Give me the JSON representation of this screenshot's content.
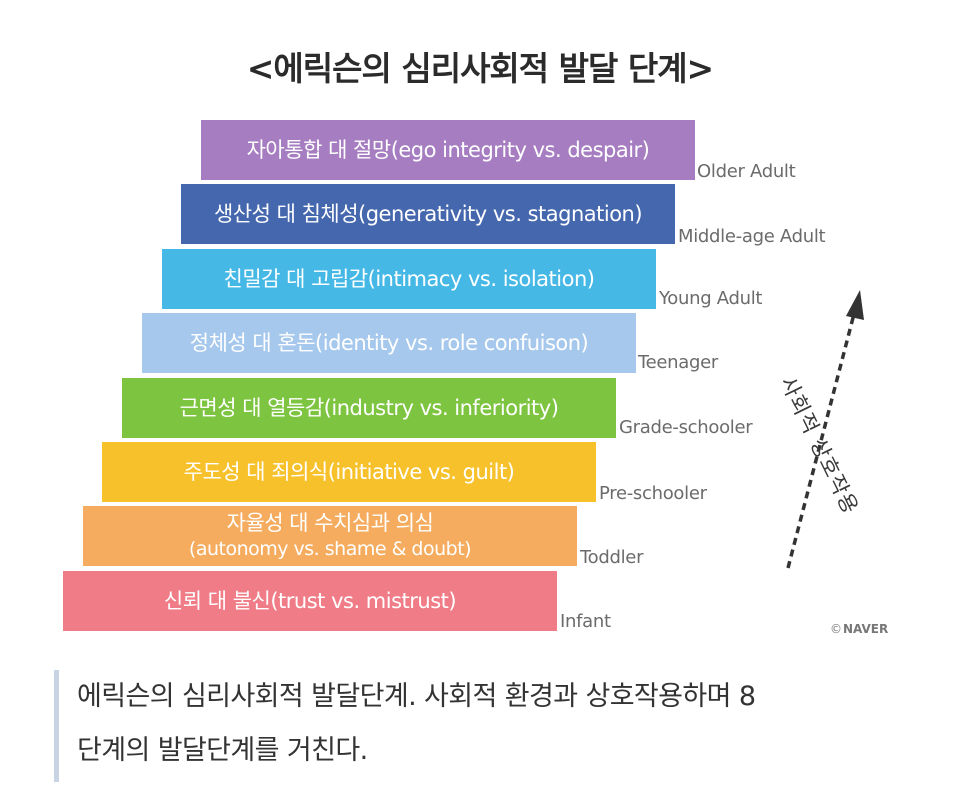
{
  "title": "<에릭슨의 심리사회적 발달 단계>",
  "steps": [
    {
      "line1": "자아통합 대 절망(ego integrity vs. despair)",
      "line2": "",
      "stage": "Older Adult",
      "color": "#A57DC0"
    },
    {
      "line1": "생산성 대 침체성(generativity vs. stagnation)",
      "line2": "",
      "stage": "Middle-age Adult",
      "color": "#4467AE"
    },
    {
      "line1": "친밀감 대 고립감(intimacy vs. isolation)",
      "line2": "",
      "stage": "Young Adult",
      "color": "#45B8E6"
    },
    {
      "line1": "정체성 대 혼돈(identity vs. role confuison)",
      "line2": "",
      "stage": "Teenager",
      "color": "#A6C8EC"
    },
    {
      "line1": "근면성 대 열등감(industry vs. inferiority)",
      "line2": "",
      "stage": "Grade-schooler",
      "color": "#7DC440"
    },
    {
      "line1": "주도성 대 죄의식(initiative vs. guilt)",
      "line2": "",
      "stage": "Pre-schooler",
      "color": "#F7C12C"
    },
    {
      "line1": "자율성 대 수치심과 의심",
      "line2": "(autonomy vs. shame & doubt)",
      "stage": "Toddler",
      "color": "#F5AC5E"
    },
    {
      "line1": "신뢰 대 불신(trust vs. mistrust)",
      "line2": "",
      "stage": "Infant",
      "color": "#EF7C86"
    }
  ],
  "arrow_label": "사회적 상호작용",
  "watermark": "NAVER",
  "watermark_symbol": "©",
  "caption": {
    "line1": "에릭슨의 심리사회적 발달단계. 사회적 환경과 상호작용하며 8",
    "line2": "단계의 발달단계를 거친다."
  }
}
